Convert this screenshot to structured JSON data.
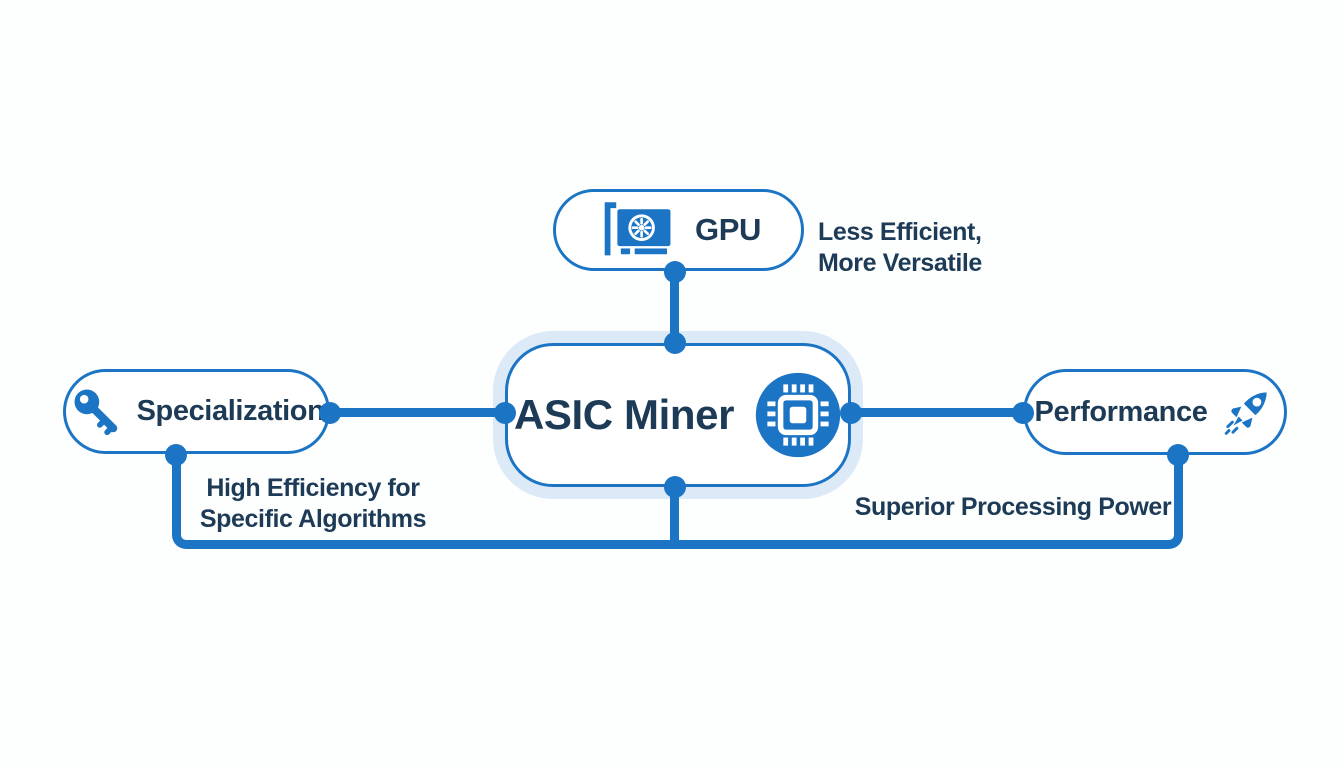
{
  "colors": {
    "accent_blue": "#1c75c4",
    "text_navy": "#1d3b56",
    "glow_light_blue": "#dce9f7",
    "node_fill": "#ffffff",
    "background": "#fdfefe"
  },
  "nodes": {
    "center": {
      "label": "ASIC Miner",
      "icon": "processor-chip-icon"
    },
    "gpu": {
      "label": "GPU",
      "icon": "gpu-card-icon",
      "annotation_line1": "Less Efficient,",
      "annotation_line2": "More Versatile"
    },
    "specialization": {
      "label": "Specialization",
      "icon": "key-icon",
      "annotation_line1": "High Efficiency for",
      "annotation_line2": "Specific Algorithms"
    },
    "performance": {
      "label": "Performance",
      "icon": "rocket-icon",
      "annotation_line1": "Superior Processing Power"
    }
  }
}
